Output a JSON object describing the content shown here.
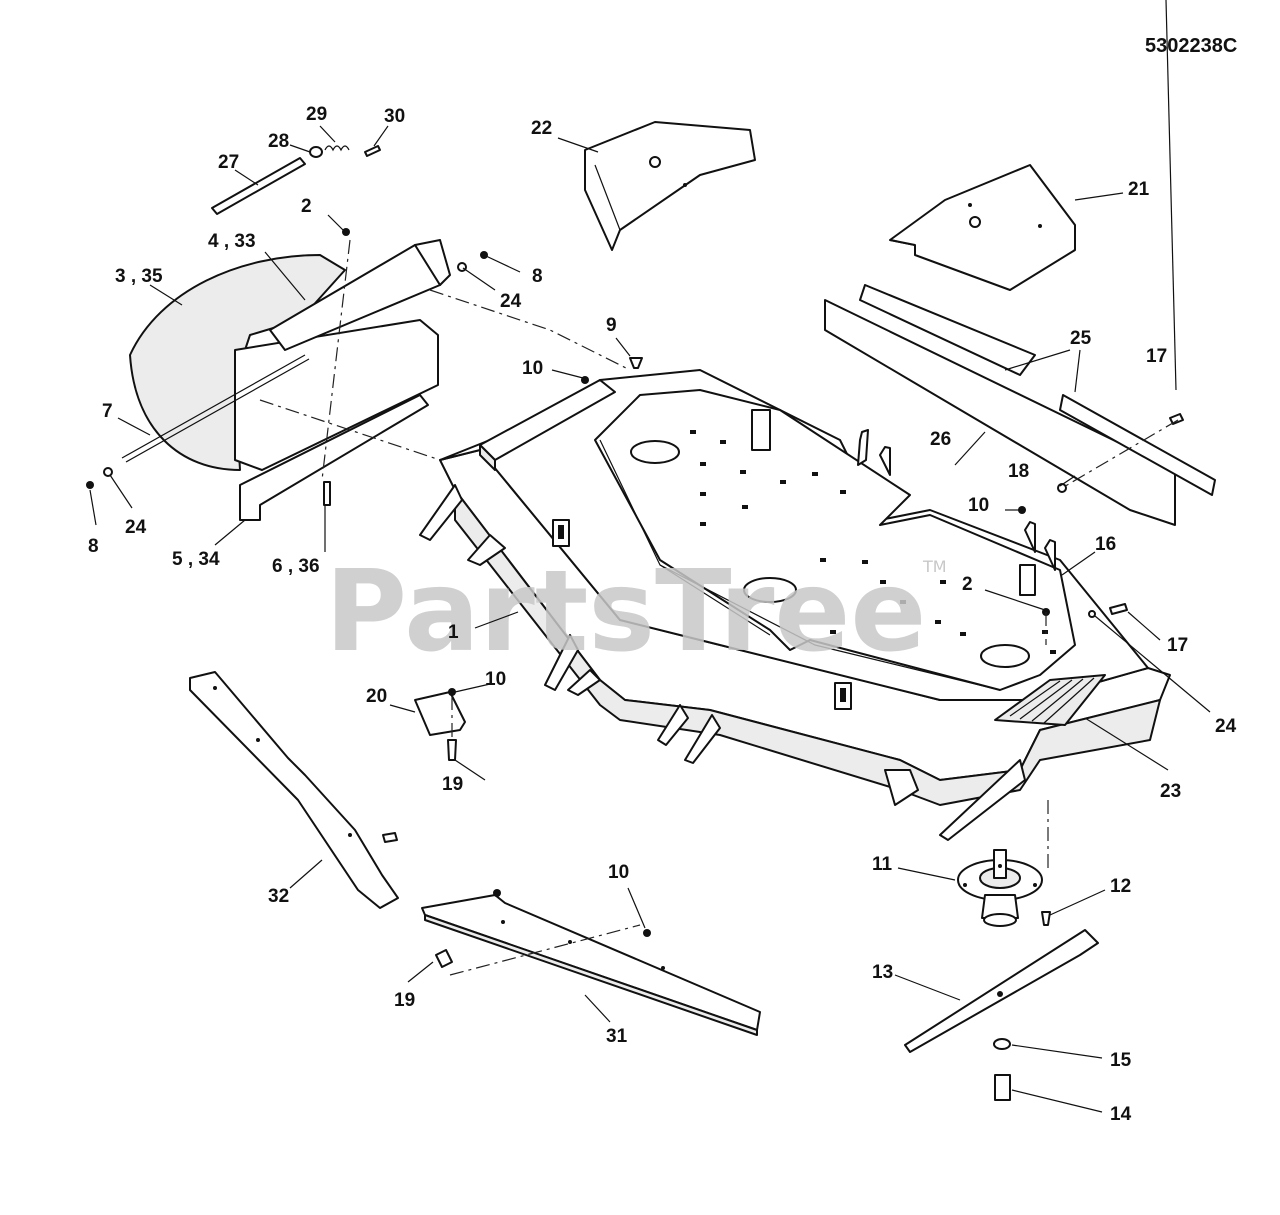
{
  "document_number": "5302238C",
  "watermark": {
    "text": "PartsTree",
    "trademark": "TM"
  },
  "callouts": [
    {
      "id": "c1",
      "label": "1"
    },
    {
      "id": "c2a",
      "label": "2"
    },
    {
      "id": "c2b",
      "label": "2"
    },
    {
      "id": "c3",
      "label": "3 , 35"
    },
    {
      "id": "c4",
      "label": "4 , 33"
    },
    {
      "id": "c5",
      "label": "5 , 34"
    },
    {
      "id": "c6",
      "label": "6 , 36"
    },
    {
      "id": "c7",
      "label": "7"
    },
    {
      "id": "c8a",
      "label": "8"
    },
    {
      "id": "c8b",
      "label": "8"
    },
    {
      "id": "c9",
      "label": "9"
    },
    {
      "id": "c10a",
      "label": "10"
    },
    {
      "id": "c10b",
      "label": "10"
    },
    {
      "id": "c10c",
      "label": "10"
    },
    {
      "id": "c10d",
      "label": "10"
    },
    {
      "id": "c11",
      "label": "11"
    },
    {
      "id": "c12",
      "label": "12"
    },
    {
      "id": "c13",
      "label": "13"
    },
    {
      "id": "c14",
      "label": "14"
    },
    {
      "id": "c15",
      "label": "15"
    },
    {
      "id": "c16",
      "label": "16"
    },
    {
      "id": "c17a",
      "label": "17"
    },
    {
      "id": "c17b",
      "label": "17"
    },
    {
      "id": "c18",
      "label": "18"
    },
    {
      "id": "c19a",
      "label": "19"
    },
    {
      "id": "c19b",
      "label": "19"
    },
    {
      "id": "c20",
      "label": "20"
    },
    {
      "id": "c21",
      "label": "21"
    },
    {
      "id": "c22",
      "label": "22"
    },
    {
      "id": "c23",
      "label": "23"
    },
    {
      "id": "c24a",
      "label": "24"
    },
    {
      "id": "c24b",
      "label": "24"
    },
    {
      "id": "c24c",
      "label": "24"
    },
    {
      "id": "c25",
      "label": "25"
    },
    {
      "id": "c26",
      "label": "26"
    },
    {
      "id": "c27",
      "label": "27"
    },
    {
      "id": "c28",
      "label": "28"
    },
    {
      "id": "c29",
      "label": "29"
    },
    {
      "id": "c30",
      "label": "30"
    },
    {
      "id": "c31",
      "label": "31"
    },
    {
      "id": "c32",
      "label": "32"
    }
  ]
}
